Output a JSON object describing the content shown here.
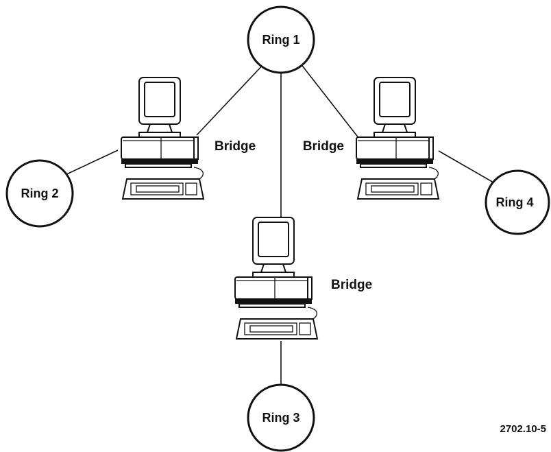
{
  "rings": [
    {
      "id": "ring1",
      "label": "Ring 1"
    },
    {
      "id": "ring2",
      "label": "Ring 2"
    },
    {
      "id": "ring3",
      "label": "Ring 3"
    },
    {
      "id": "ring4",
      "label": "Ring 4"
    }
  ],
  "bridges": [
    {
      "id": "bridge-left",
      "label": "Bridge"
    },
    {
      "id": "bridge-right",
      "label": "Bridge"
    },
    {
      "id": "bridge-center",
      "label": "Bridge"
    }
  ],
  "figure_number": "2702.10-5"
}
